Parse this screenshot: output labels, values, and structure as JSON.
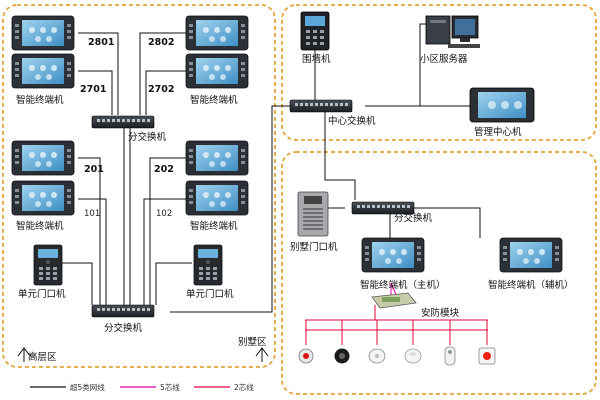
{
  "zones": {
    "high_rise": "高层区",
    "villa": "别墅区"
  },
  "high_rise": {
    "rooms": {
      "r2801": "2801",
      "r2802": "2802",
      "r2701": "2701",
      "r2702": "2702",
      "r201": "201",
      "r202": "202",
      "r101": "101",
      "r102": "102"
    },
    "terminal_label": "智能终端机",
    "floor_switch_label": "分交换机",
    "building_switch_label": "分交换机",
    "unit_door_label": "单元门口机"
  },
  "center": {
    "fence_label": "围墙机",
    "server_label": "小区服务器",
    "center_switch_label": "中心交换机",
    "management_label": "管理中心机"
  },
  "villa": {
    "switch_label": "分交换机",
    "villa_door_label": "别墅门口机",
    "terminal_main_label": "智能终端机（主机）",
    "terminal_aux_label": "智能终端机（辅机）",
    "security_label": "安防模块"
  },
  "legend": {
    "cat5": "超5类网线",
    "five_core": "5芯线",
    "two_core": "2芯线"
  },
  "colors": {
    "zone_border": "#e3a53a",
    "cat5_line": "#111111",
    "five_core_line": "#e000a0",
    "two_core_line": "#e8003a"
  }
}
